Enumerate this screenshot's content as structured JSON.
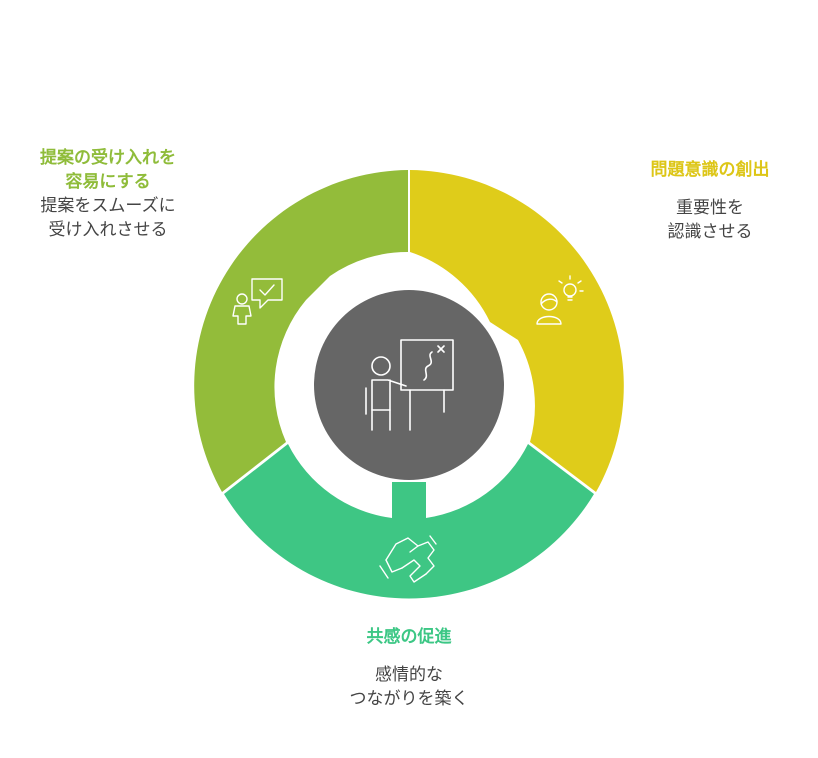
{
  "colors": {
    "green_light": "#93bc3a",
    "yellow": "#dfcc1a",
    "green": "#3ec684",
    "center": "#666666",
    "title_left": "#8fbc3a",
    "title_right": "#ddc617",
    "title_bottom": "#3cc785"
  },
  "segments": [
    {
      "id": "proposal",
      "title_line1": "提案の受け入れを",
      "title_line2": "容易にする",
      "desc_line1": "提案をスムーズに",
      "desc_line2": "受け入れさせる",
      "icon": "person-checkmark-speech-icon"
    },
    {
      "id": "awareness",
      "title_line1": "問題意識の創出",
      "desc_line1": "重要性を",
      "desc_line2": "認識させる",
      "icon": "person-lightbulb-icon"
    },
    {
      "id": "empathy",
      "title_line1": "共感の促進",
      "desc_line1": "感情的な",
      "desc_line2": "つながりを築く",
      "icon": "handshake-icon"
    }
  ],
  "center": {
    "icon": "presenter-whiteboard-icon"
  }
}
